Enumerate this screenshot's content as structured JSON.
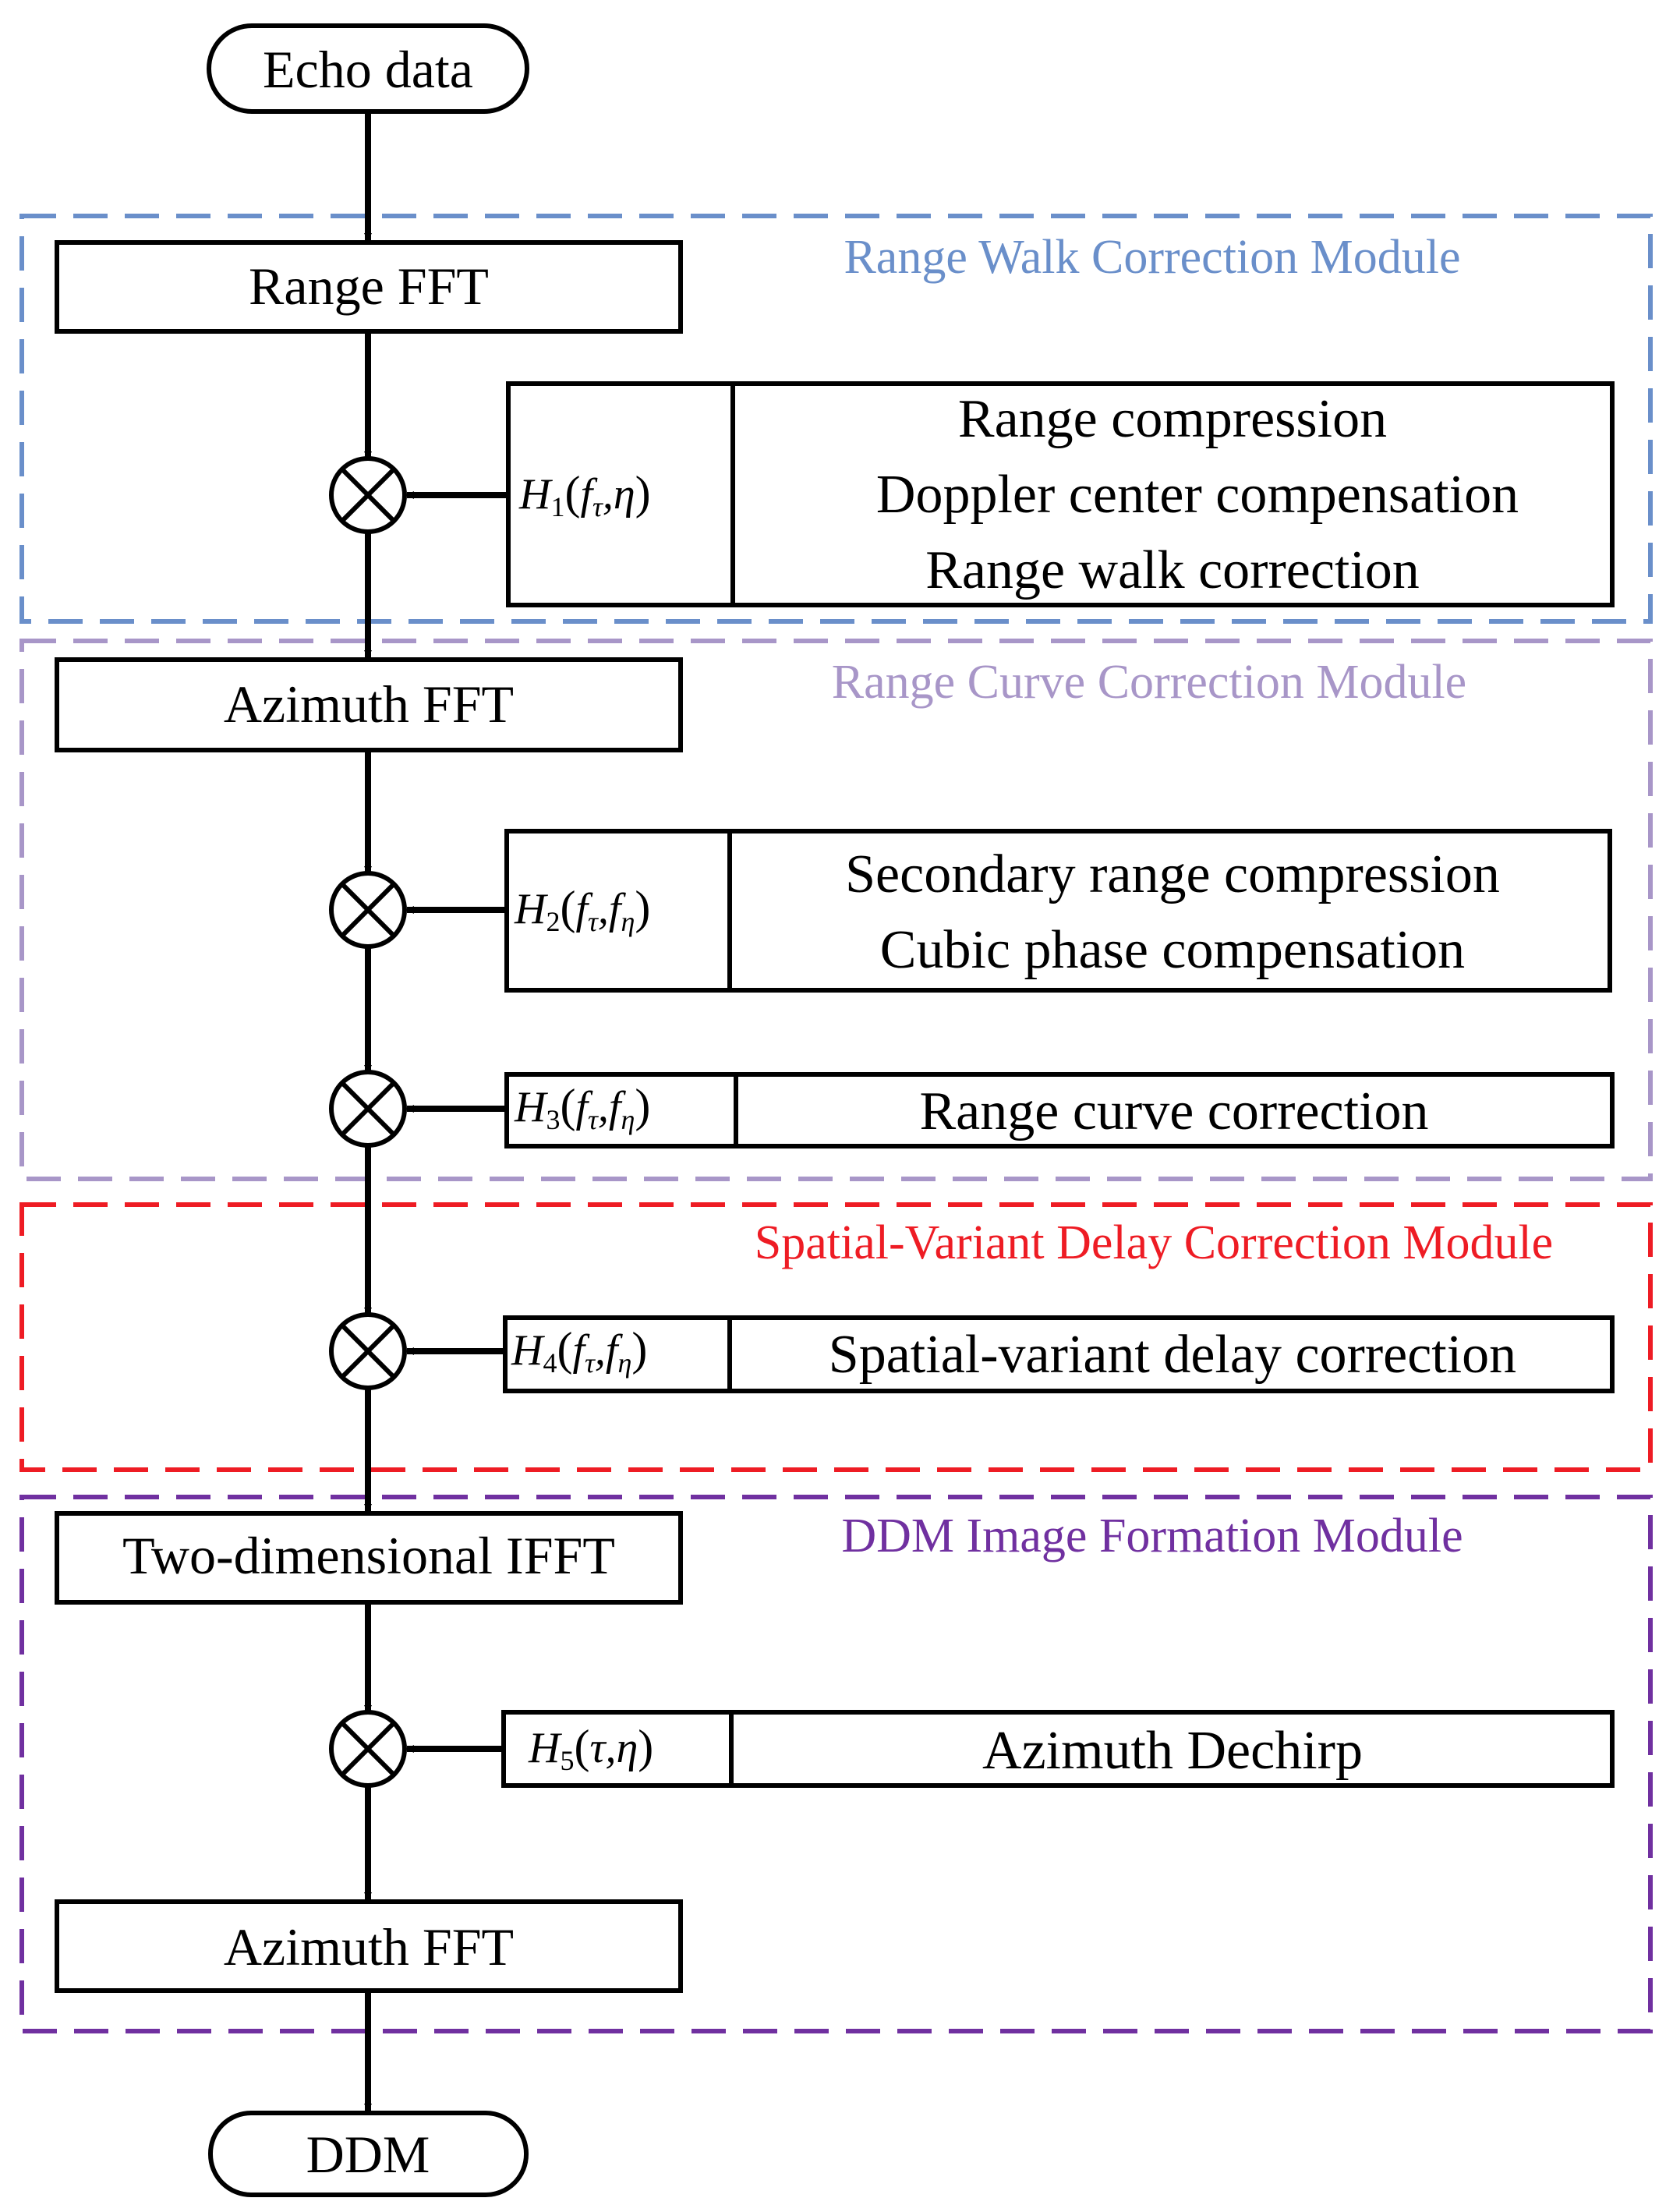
{
  "colors": {
    "range_walk": "#6a8fca",
    "range_curve": "#a896c8",
    "spatial_variant": "#ee1c24",
    "ddm_formation": "#7030a0",
    "ink": "#000000"
  },
  "start_node": "Echo data",
  "end_node": "DDM",
  "modules": {
    "range_walk": {
      "title": "Range Walk Correction Module",
      "fft": "Range FFT",
      "filter": {
        "symbol": "H",
        "index": "1",
        "args": [
          "f",
          "τ",
          "η"
        ],
        "lines": [
          "Range compression",
          "Doppler center compensation",
          "Range walk correction"
        ]
      }
    },
    "range_curve": {
      "title": "Range Curve Correction Module",
      "fft": "Azimuth FFT",
      "filter_a": {
        "symbol": "H",
        "index": "2",
        "args": [
          "f",
          "τ",
          "f",
          "η"
        ],
        "lines": [
          "Secondary range compression",
          "Cubic phase compensation"
        ]
      },
      "filter_b": {
        "symbol": "H",
        "index": "3",
        "args": [
          "f",
          "τ",
          "f",
          "η"
        ],
        "lines": [
          "Range curve correction"
        ]
      }
    },
    "spatial_variant": {
      "title": "Spatial-Variant Delay Correction Module",
      "filter": {
        "symbol": "H",
        "index": "4",
        "args": [
          "f",
          "τ",
          "f",
          "η"
        ],
        "lines": [
          "Spatial-variant delay correction"
        ]
      }
    },
    "ddm_formation": {
      "title": "DDM Image Formation Module",
      "ifft": "Two-dimensional IFFT",
      "filter": {
        "symbol": "H",
        "index": "5",
        "args": [
          "τ",
          "η"
        ],
        "lines": [
          "Azimuth Dechirp"
        ]
      },
      "fft": "Azimuth FFT"
    }
  }
}
